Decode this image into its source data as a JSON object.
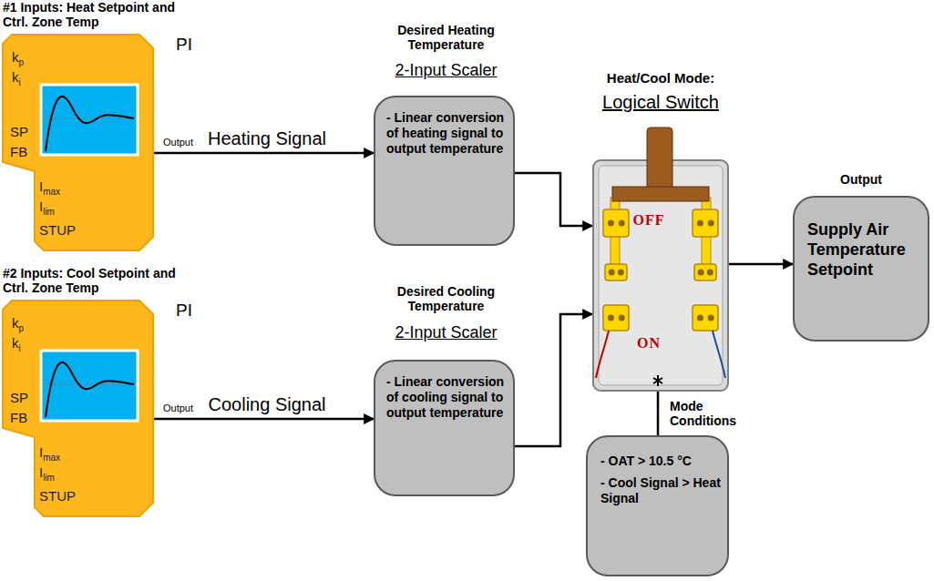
{
  "diagram": {
    "nodes": [
      {
        "text": [
          "#1 Inputs: Heat Setpoint and Ctrl. Zone Temp",
          "PI",
          "kp",
          "ki",
          "SP",
          "FB",
          "Imax",
          "Ilim",
          "STUP",
          "Output"
        ]
      },
      {
        "text": [
          "Desired Heating Temperature",
          "2-Input Scaler",
          "- Linear conversion of heating signal to output temperature"
        ]
      },
      {
        "text": [
          "Heat/Cool Mode:",
          "Logical Switch",
          "OFF",
          "ON"
        ]
      },
      {
        "text": [
          "Output",
          "Supply Air Temperature Setpoint"
        ]
      },
      {
        "text": [
          "#2 Inputs: Cool Setpoint and Ctrl. Zone Temp",
          "PI",
          "kp",
          "ki",
          "SP",
          "FB",
          "Imax",
          "Ilim",
          "STUP",
          "Output"
        ]
      },
      {
        "text": [
          "Desired Cooling Temperature",
          "2-Input Scaler",
          "- Linear conversion of cooling signal to output temperature"
        ]
      },
      {
        "text": [
          "Mode Conditions",
          "- OAT > 10.5 °C",
          "- Cool Signal > Heat Signal"
        ]
      }
    ],
    "edges": [
      {
        "from": 0,
        "to": 1,
        "arrow": "to",
        "label": "Heating Signal"
      },
      {
        "from": 4,
        "to": 5,
        "arrow": "to",
        "label": "Cooling Signal"
      },
      {
        "from": 1,
        "to": 2,
        "arrow": "to"
      },
      {
        "from": 5,
        "to": 2,
        "arrow": "to"
      },
      {
        "from": 2,
        "to": 3,
        "arrow": "to"
      },
      {
        "from": 6,
        "to": 2,
        "arrow": "none"
      }
    ]
  }
}
